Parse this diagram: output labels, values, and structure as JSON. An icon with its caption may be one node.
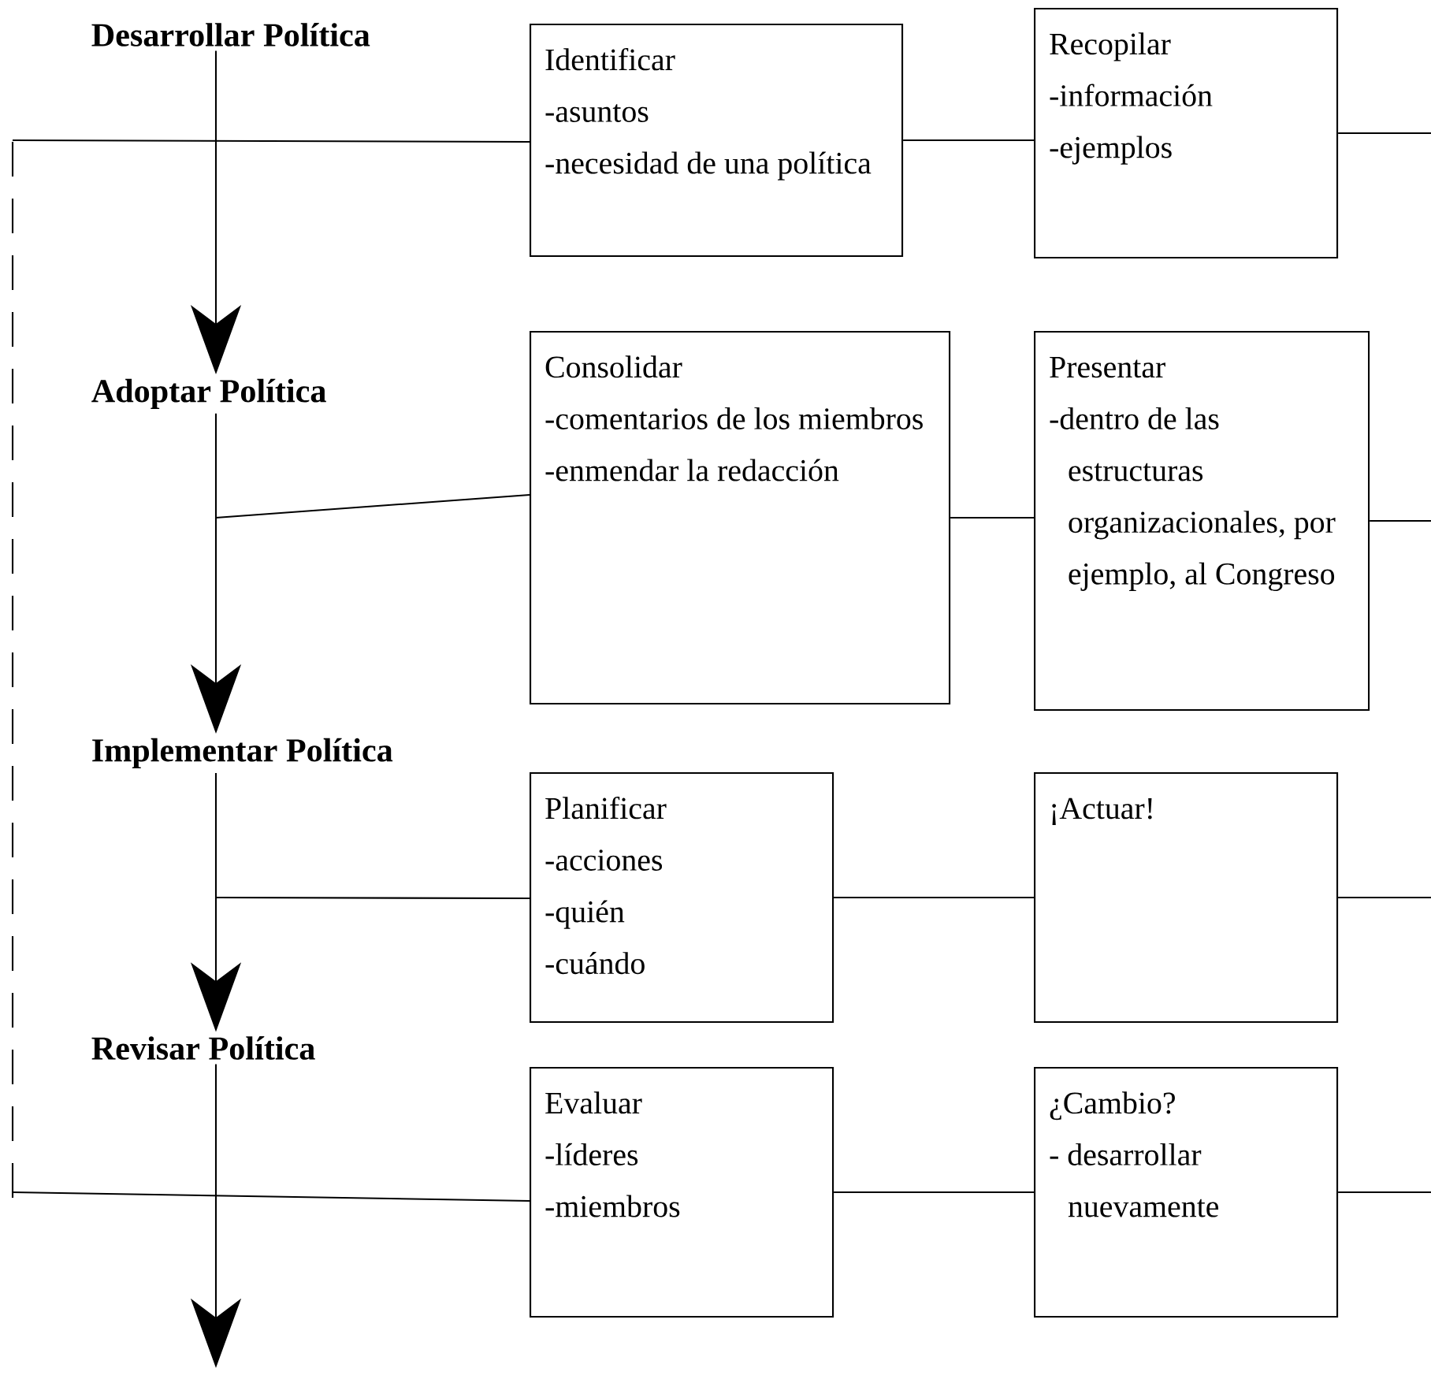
{
  "diagram": {
    "nodes": [
      {
        "text": [
          "Desarrollar Política"
        ]
      },
      {
        "text": [
          "Adoptar Política"
        ]
      },
      {
        "text": [
          "Implementar Política"
        ]
      },
      {
        "text": [
          "Revisar  Política"
        ]
      },
      {
        "text": [
          "Identificar",
          "-asuntos",
          "-necesidad de una política"
        ]
      },
      {
        "text": [
          "Recopilar",
          "-información",
          "-ejemplos"
        ]
      },
      {
        "text": [
          "Consolidar",
          "-comentarios de los miembros",
          "-enmendar la redacción"
        ]
      },
      {
        "text": [
          "Presentar",
          "-dentro de las estructuras organizacionales, por ejemplo, al Congreso"
        ]
      },
      {
        "text": [
          "Planificar",
          "-acciones",
          "-quién",
          "-cuándo"
        ]
      },
      {
        "text": [
          "¡Actuar!"
        ]
      },
      {
        "text": [
          "Evaluar",
          "-líderes",
          "-miembros"
        ]
      },
      {
        "text": [
          "¿Cambio?",
          "- desarrollar nuevamente"
        ]
      }
    ],
    "edges": [
      {
        "from": 0,
        "to": 1,
        "arrow": "to"
      },
      {
        "from": 1,
        "to": 2,
        "arrow": "to"
      },
      {
        "from": 2,
        "to": 3,
        "arrow": "to"
      },
      {
        "from": 3,
        "to": null,
        "arrow": "to"
      },
      {
        "from": null,
        "to": 4,
        "arrow": "none"
      },
      {
        "from": 4,
        "to": 5,
        "arrow": "none"
      },
      {
        "from": 5,
        "to": null,
        "arrow": "none"
      },
      {
        "from": null,
        "to": 6,
        "arrow": "none"
      },
      {
        "from": 6,
        "to": 7,
        "arrow": "none"
      },
      {
        "from": 7,
        "to": null,
        "arrow": "none"
      },
      {
        "from": null,
        "to": 8,
        "arrow": "none"
      },
      {
        "from": 8,
        "to": 9,
        "arrow": "none"
      },
      {
        "from": 9,
        "to": null,
        "arrow": "none"
      },
      {
        "from": null,
        "to": 10,
        "arrow": "none"
      },
      {
        "from": 10,
        "to": 11,
        "arrow": "none"
      },
      {
        "from": 11,
        "to": null,
        "arrow": "none"
      }
    ]
  }
}
